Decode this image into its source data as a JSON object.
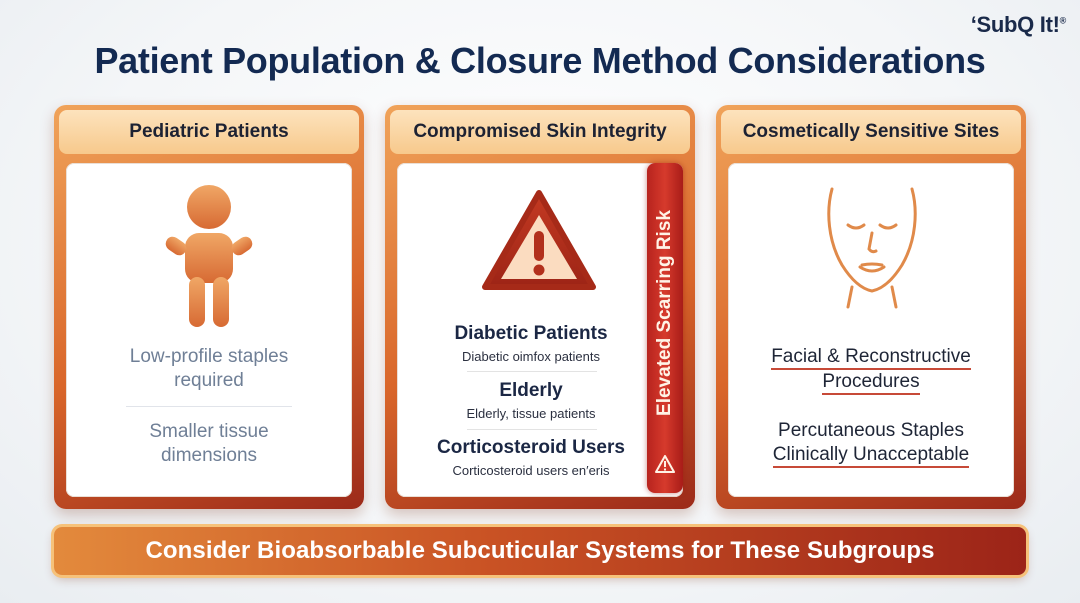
{
  "brand": "‘SubQ It!",
  "brand_mark": "®",
  "title": "Patient Population & Closure Method Considerations",
  "cards": [
    {
      "heading": "Pediatric Patients",
      "icon": "child-icon",
      "text1_line1": "Low-profile staples",
      "text1_line2": "required",
      "text2_line1": "Smaller tissue",
      "text2_line2": "dimensions"
    },
    {
      "heading": "Compromised Skin Integrity",
      "icon": "warning-icon",
      "risk_label": "Elevated Scarring Risk",
      "groups": [
        {
          "title": "Diabetic Patients",
          "sub": "Diabetic oimfox patients"
        },
        {
          "title": "Elderly",
          "sub": "Elderly, tissue patients"
        },
        {
          "title": "Corticosteroid Users",
          "sub": "Corticosteroid users en′eris"
        }
      ]
    },
    {
      "heading": "Cosmetically Sensitive Sites",
      "icon": "face-icon",
      "text1_line1": "Facial & Reconstructive",
      "text1_line2": "Procedures",
      "text2_line1": "Percutaneous Staples",
      "text2_line2": "Clinically Unacceptable"
    }
  ],
  "banner": "Consider Bioabsorbable Subcuticular Systems for These Subgroups",
  "colors": {
    "title": "#132a52",
    "accent_orange": "#d9662a",
    "accent_red": "#b7231e",
    "head_fill": "#f7c98c"
  }
}
